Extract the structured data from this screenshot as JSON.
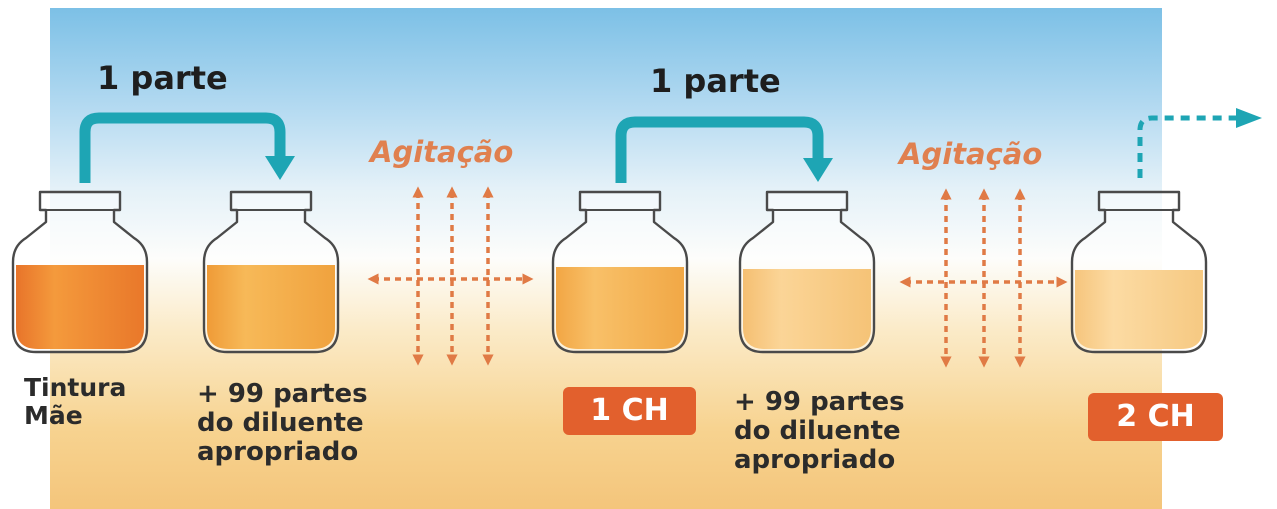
{
  "labels": {
    "step1_amount": "1 parte",
    "step2_amount": "1 parte",
    "agitation_1": "Agitação",
    "agitation_2": "Agitação",
    "mother_tincture": "Tintura\nMãe",
    "diluent_1": "+ 99 partes\ndo diluente\napropriado",
    "diluent_2": "+ 99 partes\ndo diluente\napropriado",
    "badge_1ch": "1 CH",
    "badge_2ch": "2 CH"
  },
  "colors": {
    "transfer_arrow": "#1ea5b4",
    "agitation": "#e07a45",
    "badge": "#e2602d",
    "liquid_mother": "#ee8a2e",
    "liquid_1ch": "#f4ae47",
    "liquid_diluent_2": "#f8cb83",
    "liquid_2ch": "#fad494"
  }
}
